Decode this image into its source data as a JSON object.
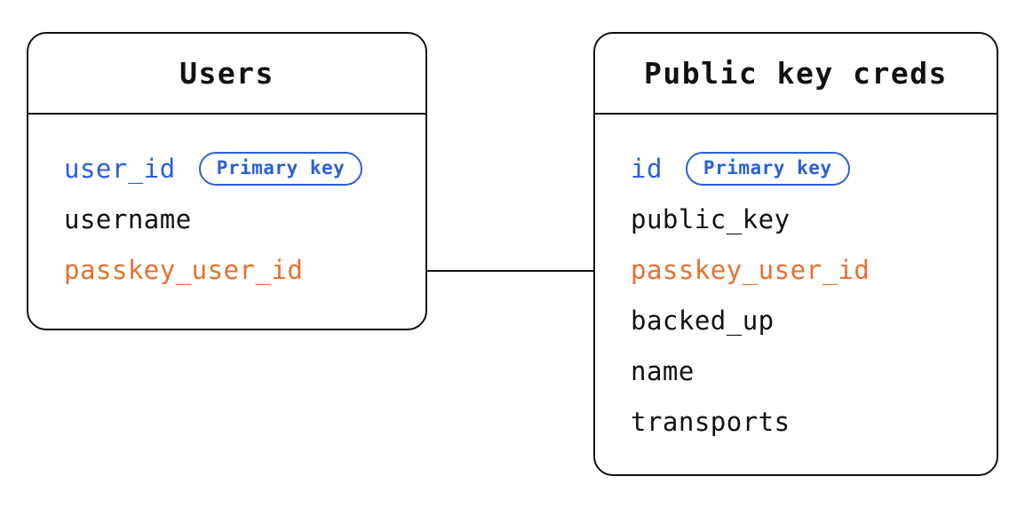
{
  "diagram": {
    "tables": [
      {
        "title": "Users",
        "fields": [
          {
            "name": "user_id",
            "badge": "Primary key",
            "role": "primary-key"
          },
          {
            "name": "username",
            "role": "column"
          },
          {
            "name": "passkey_user_id",
            "role": "foreign-key"
          }
        ]
      },
      {
        "title": "Public key creds",
        "fields": [
          {
            "name": "id",
            "badge": "Primary key",
            "role": "primary-key"
          },
          {
            "name": "public_key",
            "role": "column"
          },
          {
            "name": "passkey_user_id",
            "role": "foreign-key"
          },
          {
            "name": "backed_up",
            "role": "column"
          },
          {
            "name": "name",
            "role": "column"
          },
          {
            "name": "transports",
            "role": "column"
          }
        ]
      }
    ],
    "relationship": {
      "from": "Users.passkey_user_id",
      "to": "Public key creds.passkey_user_id"
    },
    "colors": {
      "primary_key_blue": "#2b5fd8",
      "foreign_key_orange": "#e8702d",
      "line_black": "#111111",
      "background": "#ffffff"
    }
  }
}
